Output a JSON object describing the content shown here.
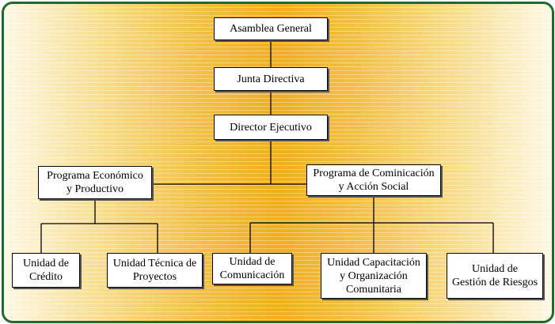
{
  "diagram": {
    "asamblea": "Asamblea General",
    "junta": "Junta Directiva",
    "director": "Director Ejecutivo",
    "programa_economico": "Programa Económico\ny Productivo",
    "programa_comunicacion": "Programa de Cominicación\ny Acción Social",
    "unidad_credito": "Unidad de\nCrédito",
    "unidad_tecnica": "Unidad Técnica de\nProyectos",
    "unidad_comunicacion": "Unidad de\nComunicación",
    "unidad_capacitacion": "Unidad Capacitación\ny Organización\nComunitaria",
    "unidad_riesgos": "Unidad de\nGestión de Riesgos"
  },
  "colors": {
    "border": "#1e6b2e",
    "background_center": "#efae1c",
    "background_edge": "#fdf8e6"
  }
}
